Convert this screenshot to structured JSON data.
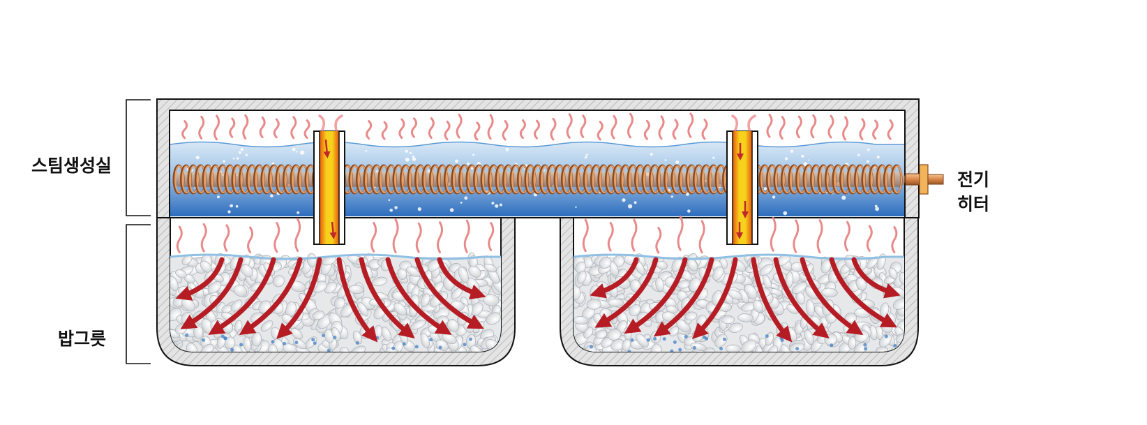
{
  "labels": {
    "steam_chamber": "스팀생성실",
    "rice_bowl": "밥그릇",
    "heater_line1": "전기",
    "heater_line2": "히터"
  },
  "colors": {
    "wall": "#dcdcdc",
    "outline": "#111111",
    "water_top": "#cfe3f4",
    "water_bottom": "#2f72c0",
    "coil": "#d9864a",
    "coil_dark": "#8a4a1f",
    "steam": "#e07a7a",
    "arrow": "#b51c24",
    "rice": "#f1f1ef",
    "tube_core": "#f2c21a",
    "tube_edge": "#e55a10"
  },
  "icons": [
    "coil-heater-icon",
    "steam-wave-icon",
    "heat-arrow-icon",
    "steam-tube-icon"
  ]
}
